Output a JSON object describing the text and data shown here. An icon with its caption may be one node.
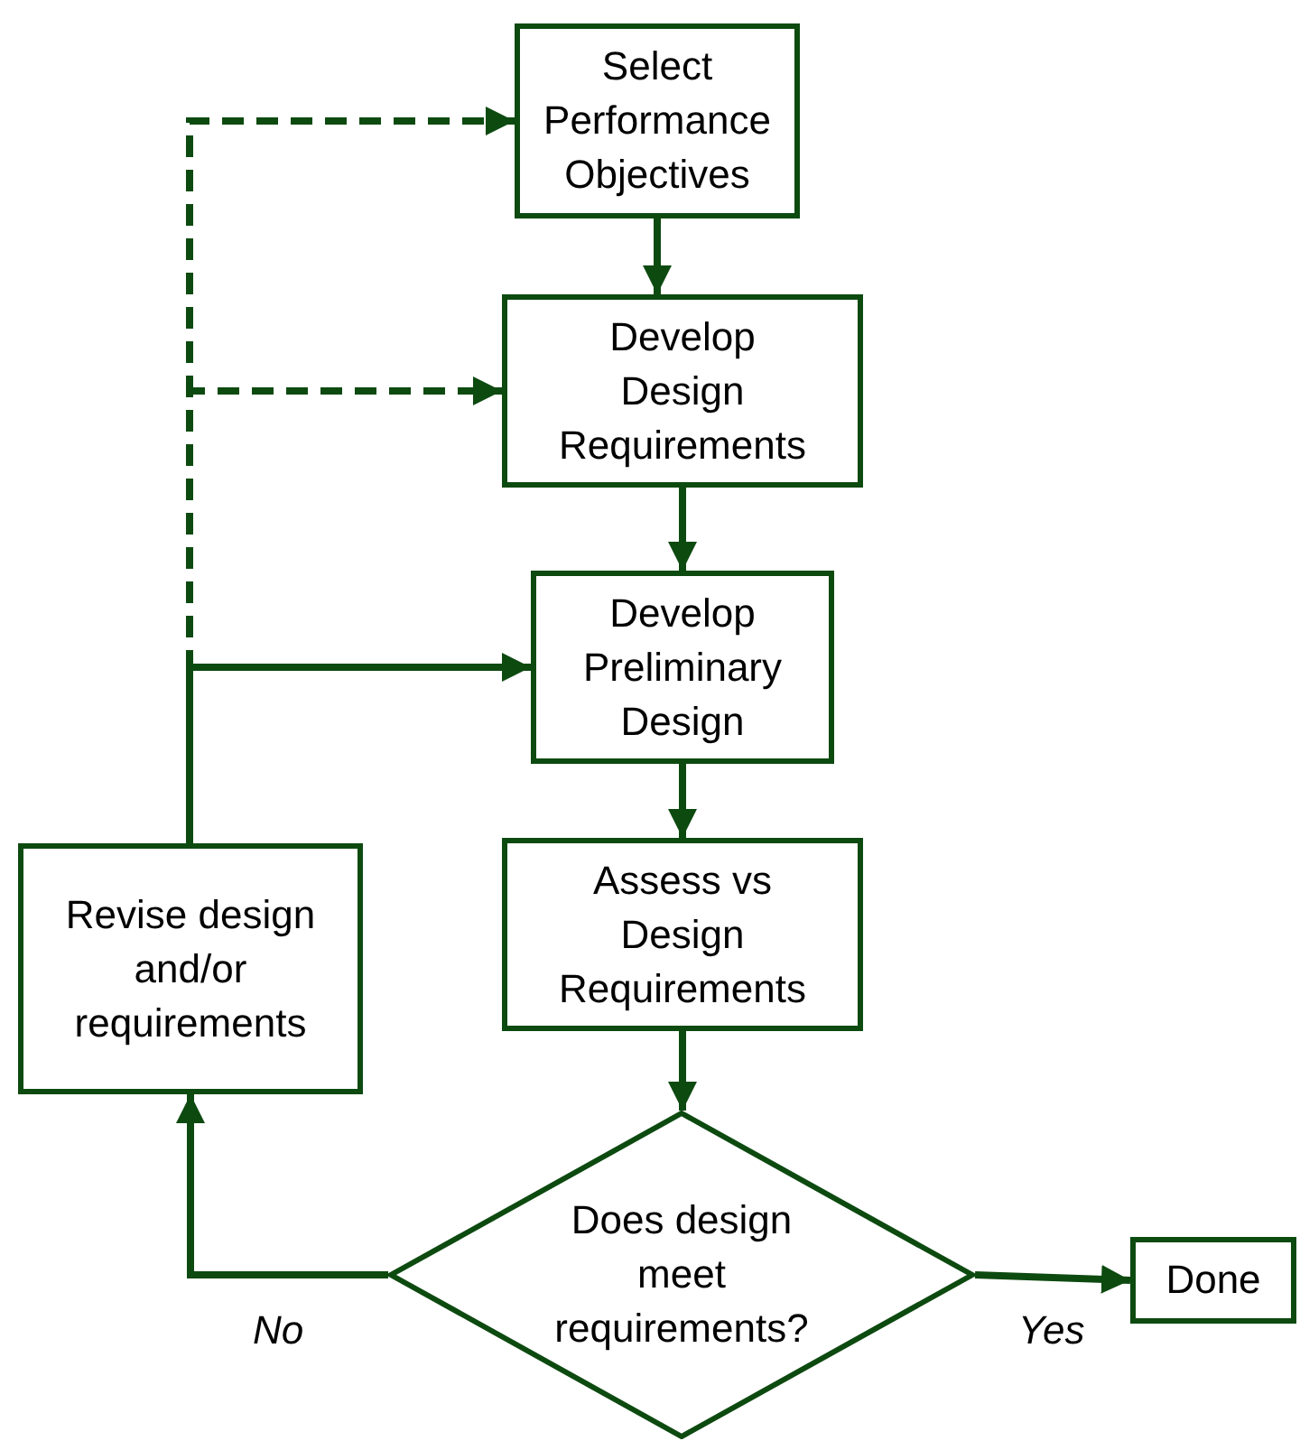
{
  "diagram": {
    "nodes": [
      {
        "text": [
          "Select Performance Objectives"
        ]
      },
      {
        "text": [
          "Develop Design Requirements"
        ]
      },
      {
        "text": [
          "Develop Preliminary Design"
        ]
      },
      {
        "text": [
          "Assess vs Design Requirements"
        ]
      },
      {
        "text": [
          "Does design meet requirements?"
        ]
      },
      {
        "text": [
          "Done"
        ]
      },
      {
        "text": [
          "Revise design and/or requirements"
        ]
      }
    ],
    "edges": [
      {
        "from": 0,
        "to": 1,
        "arrow": "to"
      },
      {
        "from": 1,
        "to": 2,
        "arrow": "to"
      },
      {
        "from": 2,
        "to": 3,
        "arrow": "to"
      },
      {
        "from": 3,
        "to": 4,
        "arrow": "to"
      },
      {
        "from": 4,
        "to": 5,
        "arrow": "to",
        "label": "Yes"
      },
      {
        "from": 4,
        "to": 6,
        "arrow": "to",
        "label": "No"
      },
      {
        "from": 6,
        "to": 2,
        "arrow": "to"
      },
      {
        "from": 6,
        "to": 1,
        "arrow": "to",
        "style": "dashed"
      },
      {
        "from": 6,
        "to": 0,
        "arrow": "to",
        "style": "dashed"
      }
    ]
  }
}
